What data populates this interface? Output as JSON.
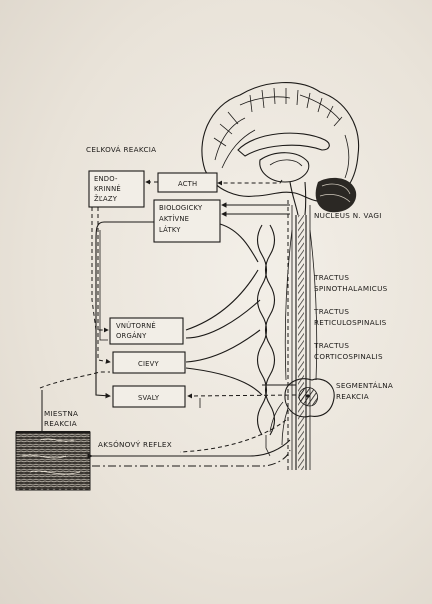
{
  "labels": {
    "celkova": "CELKOVÁ REAKCIA",
    "nucleus": "NUCLEUS  N. VAGI",
    "spino_1": "TRACTUS",
    "spino_2": "SPINOTHALAMICUS",
    "retic_1": "TRACTUS",
    "retic_2": "RETICULOSPINALIS",
    "cortico_1": "TRACTUS",
    "cortico_2": "CORTICOSPINALIS",
    "segment_1": "SEGMENTÁLNA",
    "segment_2": "REAKCIA",
    "miestna_1": "MIESTNA",
    "miestna_2": "REAKCIA",
    "aksonovy": "AKSÓNOVÝ  REFLEX"
  },
  "boxes": {
    "endokrinne_1": "ENDO-",
    "endokrinne_2": "KRINNÉ",
    "endokrinne_3": "ŽĽAZY",
    "acth": "ACTH",
    "bio_1": "BIOLOGICKY",
    "bio_2": "AKTÍVNE",
    "bio_3": "LÁTKY",
    "vnutorne_1": "VNÚTORNÉ",
    "vnutorne_2": "ORGÁNY",
    "cievy": "CIEVY",
    "svaly": "SVALY"
  },
  "colors": {
    "ink": "#1c1a18",
    "paper": "#ece7df"
  }
}
